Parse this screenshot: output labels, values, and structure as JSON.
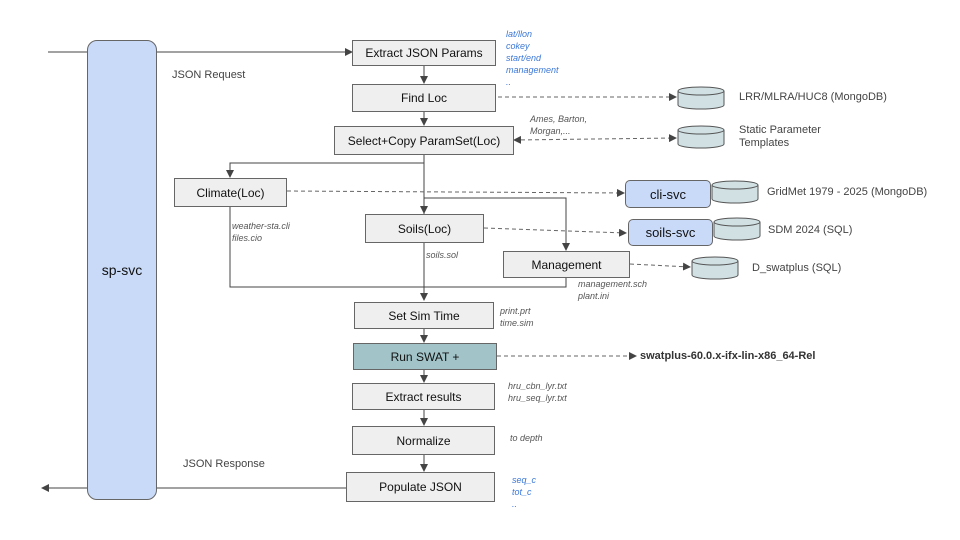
{
  "main_service": "sp-svc",
  "request_label": "JSON Request",
  "response_label": "JSON Response",
  "steps": {
    "extract_params": "Extract JSON Params",
    "find_loc": "Find Loc",
    "select_copy": "Select+Copy ParamSet(Loc)",
    "climate": "Climate(Loc)",
    "soils": "Soils(Loc)",
    "management": "Management",
    "set_sim_time": "Set Sim Time",
    "run_swat": "Run SWAT +",
    "extract_results": "Extract results",
    "normalize": "Normalize",
    "populate_json": "Populate JSON"
  },
  "services": {
    "cli": "cli-svc",
    "soils": "soils-svc"
  },
  "notes": {
    "params": [
      "lat/llon",
      "cokey",
      "start/end",
      "management",
      ".."
    ],
    "paramset": [
      "Ames, Barton,",
      "Morgan,..."
    ],
    "climate_files": [
      "weather-sta.cli",
      "files.cio"
    ],
    "soils_file": "soils.sol",
    "management_files": [
      "management.sch",
      "plant.ini"
    ],
    "sim_files": [
      "print.prt",
      "time.sim"
    ],
    "result_files": [
      "hru_cbn_lyr.txt",
      "hru_seq_lyr.txt"
    ],
    "normalize": "to depth",
    "output": [
      "seq_c",
      "tot_c",
      ".."
    ]
  },
  "datastores": {
    "loc": "LRR/MLRA/HUC8 (MongoDB)",
    "templates": [
      "Static Parameter",
      "Templates"
    ],
    "gridmet": "GridMet 1979 - 2025  (MongoDB)",
    "sdm": "SDM 2024  (SQL)",
    "swatplus": "D_swatplus (SQL)"
  },
  "executable": "swatplus-60.0.x-ifx-lin-x86_64-Rel",
  "colors": {
    "service": "#c9daf8",
    "run": "#a2c4c9",
    "step": "#efefef",
    "note_blue": "#3c78d8"
  }
}
